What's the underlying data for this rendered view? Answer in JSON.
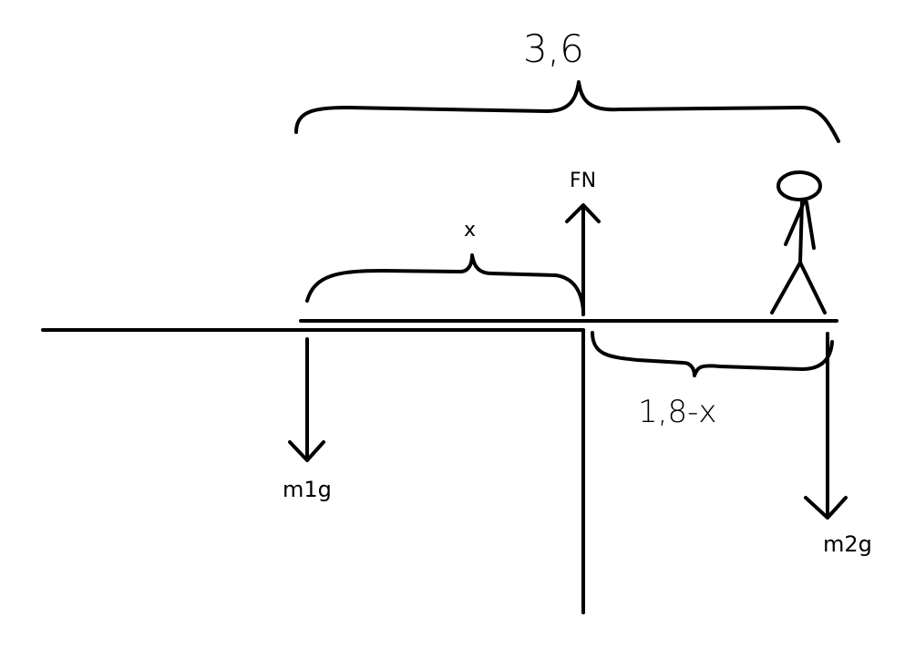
{
  "diagram": {
    "total_length_label": "3,6",
    "normal_force_label": "FN",
    "left_distance_label": "x",
    "right_distance_label": "1,8-x",
    "weight1_label": "m1g",
    "weight2_label": "m2g",
    "stroke_color": "#000000",
    "background_color": "#ffffff"
  }
}
